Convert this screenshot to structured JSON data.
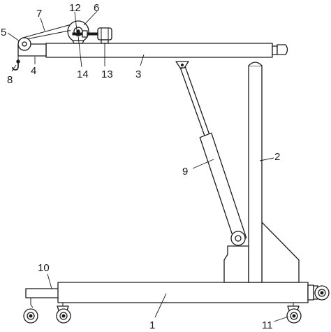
{
  "labels": {
    "l1": "1",
    "l2": "2",
    "l3": "3",
    "l4": "4",
    "l5": "5",
    "l6": "6",
    "l7": "7",
    "l8": "8",
    "l9": "9",
    "l10": "10",
    "l11": "11",
    "l12": "12",
    "l13": "13",
    "l14": "14"
  },
  "colors": {
    "line": "#1a1a1a",
    "background": "#ffffff"
  }
}
